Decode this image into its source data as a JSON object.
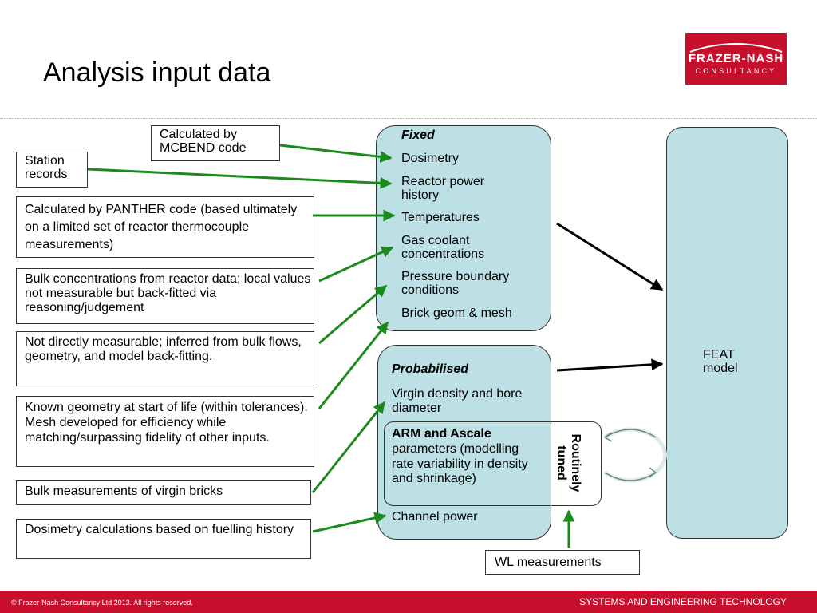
{
  "page": {
    "title": "Analysis input data"
  },
  "logo": {
    "line1": "FRAZER-NASH",
    "line2": "CONSULTANCY"
  },
  "inputs": [
    {
      "id": "mcbend",
      "text": "Calculated by MCBEND code"
    },
    {
      "id": "station",
      "text": "Station records"
    },
    {
      "id": "panther",
      "text": "Calculated by PANTHER code (based ultimately on a limited set of reactor thermocouple measurements)"
    },
    {
      "id": "bulk-conc",
      "text": "Bulk concentrations from reactor data; local values not measurable but back-fitted via reasoning/judgement"
    },
    {
      "id": "not-measurable",
      "text": "Not directly measurable; inferred from bulk flows, geometry, and model back-fitting."
    },
    {
      "id": "geometry",
      "text": "Known geometry at start of life (within tolerances).  Mesh developed for efficiency while matching/surpassing fidelity of other inputs."
    },
    {
      "id": "virgin",
      "text": "Bulk measurements of virgin bricks"
    },
    {
      "id": "dosimetry-calc",
      "text": "Dosimetry calculations based on fuelling history"
    }
  ],
  "fixed_panel": {
    "heading": "Fixed",
    "items": [
      "Dosimetry",
      "Reactor power history",
      "Temperatures",
      "Gas coolant concentrations",
      "Pressure boundary conditions",
      "Brick geom & mesh"
    ]
  },
  "probabilised_panel": {
    "heading": "Probabilised",
    "item1": "Virgin density and bore diameter",
    "arm_bold": "ARM and Ascale",
    "arm_rest": "parameters (modelling rate variability in density and shrinkage)",
    "item3": "Channel power",
    "routinely_tuned": "Routinely tuned"
  },
  "feat": {
    "line1": "FEAT",
    "line2": "model"
  },
  "wl": {
    "text": "WL measurements"
  },
  "footer": {
    "copyright": "© Frazer-Nash Consultancy Ltd 2013.  All rights reserved.",
    "tagline": "SYSTEMS AND ENGINEERING TECHNOLOGY"
  },
  "colors": {
    "brand_red": "#c8102e",
    "panel_fill": "#bde0e4",
    "arrow_green": "#1a8a1a"
  }
}
